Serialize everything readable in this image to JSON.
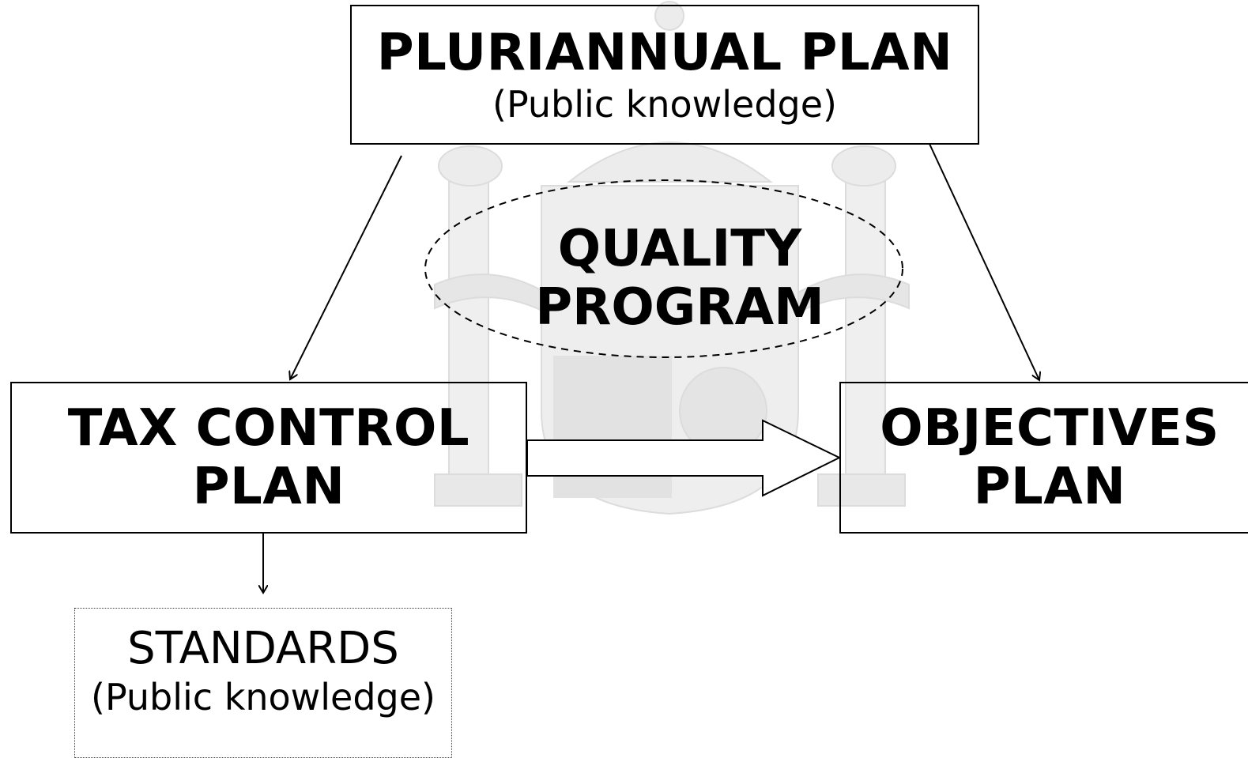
{
  "plurannual_plan": {
    "title": "PLURIANNUAL PLAN",
    "subtitle": "(Public knowledge)"
  },
  "quality_program": {
    "line1": "QUALITY",
    "line2": "PROGRAM"
  },
  "tax_control_plan": {
    "line1": "TAX CONTROL",
    "line2": "PLAN"
  },
  "objectives_plan": {
    "line1": "OBJECTIVES",
    "line2": "PLAN"
  },
  "standards": {
    "title": "STANDARDS",
    "subtitle": "(Public knowledge)"
  },
  "background": {
    "watermark": "coat-of-arms-of-spain",
    "watermark_color": "#e6e6e6"
  }
}
